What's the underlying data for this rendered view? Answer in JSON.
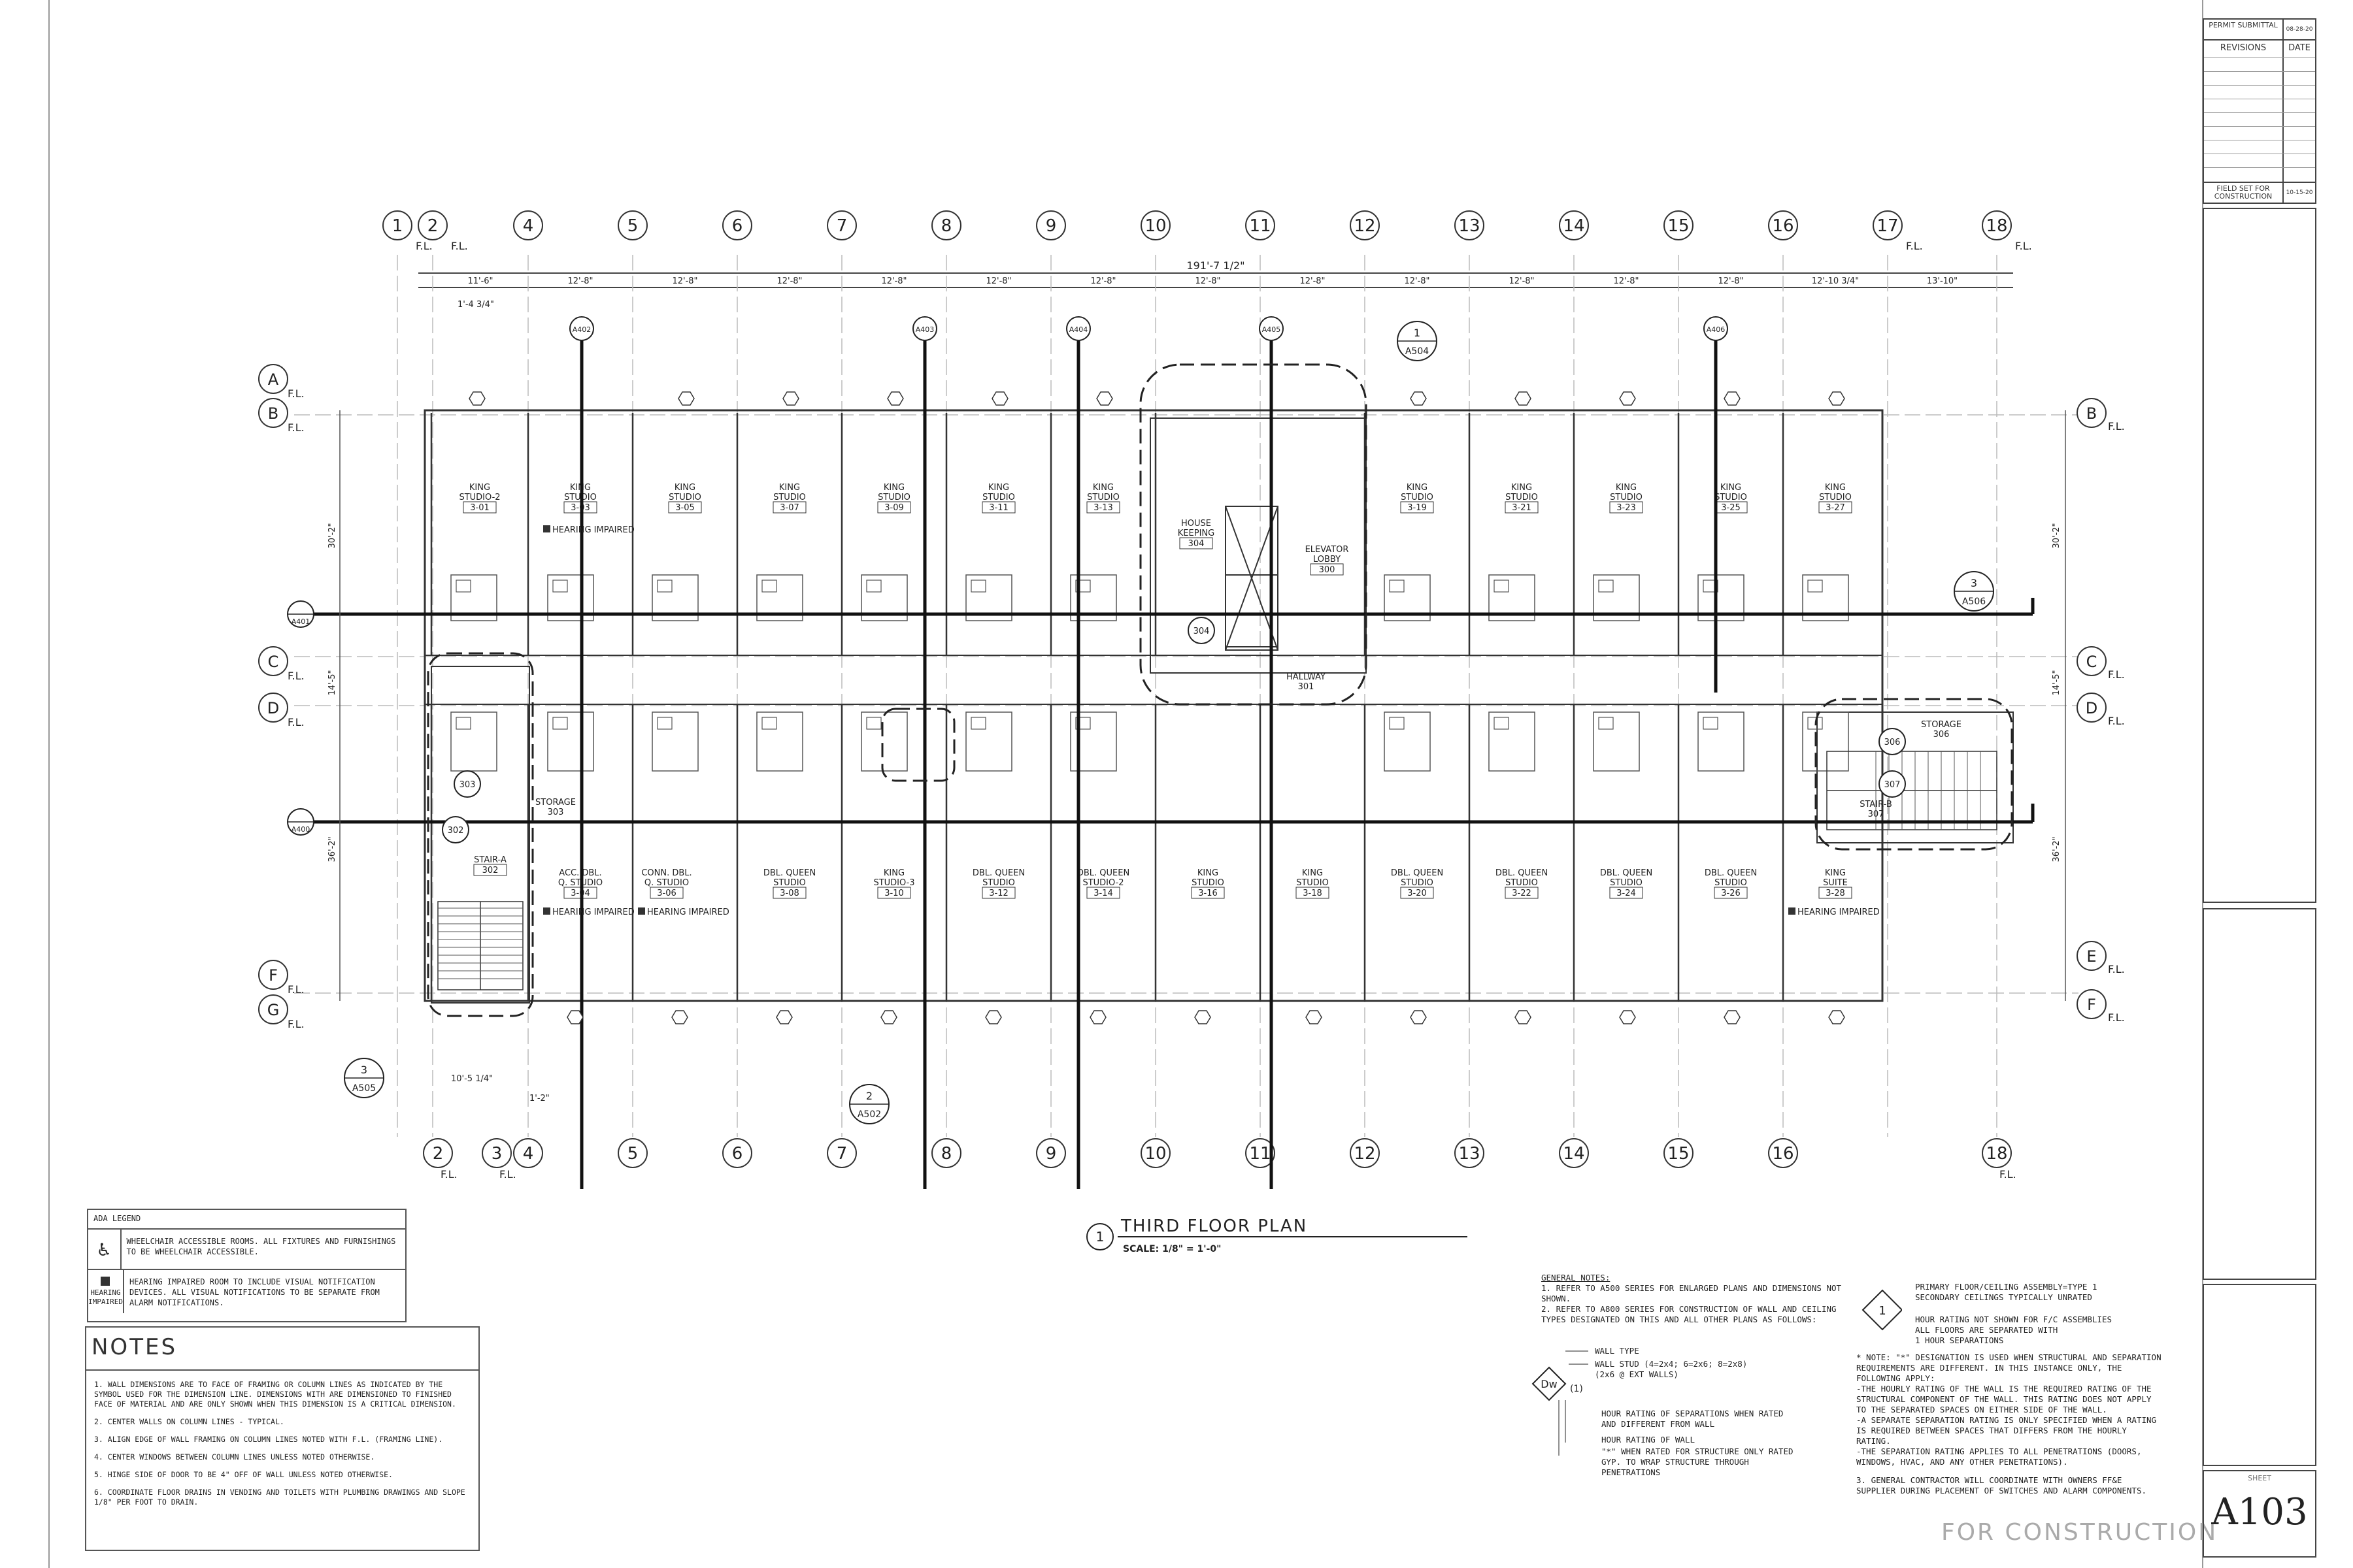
{
  "sheet": {
    "title_block": {
      "permit_submittal": "PERMIT SUBMITTAL",
      "permit_date": "08-28-20",
      "revisions_header": "REVISIONS",
      "date_header": "DATE",
      "field_set": "FIELD SET FOR CONSTRUCTION",
      "field_set_date": "10-15-20",
      "sheet_label": "SHEET",
      "sheet_number": "A103"
    },
    "stamp": "FOR CONSTRUCTION"
  },
  "plan": {
    "title": "THIRD FLOOR PLAN",
    "title_number": "1",
    "scale": "SCALE: 1/8\" = 1'-0\"",
    "overall_dimension": "191'-7 1/2\"",
    "grid_top": [
      "1",
      "2",
      "4",
      "5",
      "6",
      "7",
      "8",
      "9",
      "10",
      "11",
      "12",
      "13",
      "14",
      "15",
      "16",
      "17",
      "18"
    ],
    "grid_bottom": [
      "2",
      "3",
      "4",
      "5",
      "6",
      "7",
      "8",
      "9",
      "10",
      "11",
      "12",
      "13",
      "14",
      "15",
      "16",
      "18"
    ],
    "grid_fl": "F.L.",
    "grid_rows_left": [
      "A",
      "B",
      "C",
      "D",
      "F",
      "G"
    ],
    "grid_rows_right": [
      "B",
      "C",
      "D",
      "E",
      "F"
    ],
    "bay_dims": [
      "11'-6\"",
      "12'-8\"",
      "12'-8\"",
      "12'-8\"",
      "12'-8\"",
      "12'-8\"",
      "12'-8\"",
      "12'-8\"",
      "12'-8\"",
      "12'-8\"",
      "12'-8\"",
      "12'-8\"",
      "12'-8\"",
      "12'-10 3/4\"",
      "13'-10\""
    ],
    "small_dims": [
      "1'-4 3/4\"",
      "10'-5 1/4\"",
      "1'-2\""
    ],
    "vertical_dims": [
      "30'-2\"",
      "14'-5\"",
      "36'-2\""
    ],
    "rooms_north": [
      {
        "name": "KING STUDIO-2",
        "num": "3-01"
      },
      {
        "name": "KING STUDIO",
        "num": "3-03"
      },
      {
        "name": "KING STUDIO",
        "num": "3-05"
      },
      {
        "name": "KING STUDIO",
        "num": "3-07"
      },
      {
        "name": "KING STUDIO",
        "num": "3-09"
      },
      {
        "name": "KING STUDIO",
        "num": "3-11"
      },
      {
        "name": "KING STUDIO",
        "num": "3-13"
      },
      {
        "name": "HOUSE KEEPING",
        "num": "304"
      },
      {
        "name": "ELEVATOR LOBBY",
        "num": "300"
      },
      {
        "name": "KING STUDIO",
        "num": "3-19"
      },
      {
        "name": "KING STUDIO",
        "num": "3-21"
      },
      {
        "name": "KING STUDIO",
        "num": "3-23"
      },
      {
        "name": "KING STUDIO",
        "num": "3-25"
      },
      {
        "name": "KING STUDIO",
        "num": "3-27"
      }
    ],
    "rooms_south": [
      {
        "name": "STAIR-A",
        "num": "302"
      },
      {
        "name": "ACC. DBL. Q. STUDIO",
        "num": "3-04"
      },
      {
        "name": "CONN. DBL. Q. STUDIO",
        "num": "3-06"
      },
      {
        "name": "DBL. QUEEN STUDIO",
        "num": "3-08"
      },
      {
        "name": "KING STUDIO-3",
        "num": "3-10"
      },
      {
        "name": "DBL. QUEEN STUDIO",
        "num": "3-12"
      },
      {
        "name": "DBL. QUEEN STUDIO-2",
        "num": "3-14"
      },
      {
        "name": "KING STUDIO",
        "num": "3-16"
      },
      {
        "name": "KING STUDIO",
        "num": "3-18"
      },
      {
        "name": "DBL. QUEEN STUDIO",
        "num": "3-20"
      },
      {
        "name": "DBL. QUEEN STUDIO",
        "num": "3-22"
      },
      {
        "name": "DBL. QUEEN STUDIO",
        "num": "3-24"
      },
      {
        "name": "DBL. QUEEN STUDIO",
        "num": "3-26"
      },
      {
        "name": "KING SUITE",
        "num": "3-28"
      }
    ],
    "other_rooms": [
      {
        "name": "HALLWAY",
        "num": "301"
      },
      {
        "name": "STORAGE",
        "num": "306"
      },
      {
        "name": "STAIR-B",
        "num": "307"
      },
      {
        "name": "STORAGE",
        "num": "303"
      }
    ],
    "hearing_impaired": "HEARING IMPAIRED",
    "section_callouts": [
      "A401",
      "A400"
    ],
    "detail_callouts": [
      {
        "num": "1",
        "sheet": "A504"
      },
      {
        "num": "3",
        "sheet": "A506"
      },
      {
        "num": "3",
        "sheet": "A505"
      },
      {
        "num": "2",
        "sheet": "A502"
      }
    ],
    "interior_elev_tags": [
      "A402",
      "A403",
      "A404",
      "A405",
      "A406"
    ],
    "room_tags": [
      "303",
      "302",
      "304",
      "306",
      "307"
    ]
  },
  "ada_legend": {
    "title": "ADA LEGEND",
    "rows": [
      {
        "icon_label": "",
        "text": "WHEELCHAIR ACCESSIBLE ROOMS. ALL FIXTURES AND FURNISHINGS TO BE WHEELCHAIR ACCESSIBLE."
      },
      {
        "icon_label": "HEARING IMPAIRED",
        "text": "HEARING IMPAIRED ROOM TO INCLUDE VISUAL NOTIFICATION DEVICES. ALL VISUAL NOTIFICATIONS TO BE SEPARATE FROM ALARM NOTIFICATIONS."
      }
    ]
  },
  "notes": {
    "title": "NOTES",
    "items": [
      "1. WALL DIMENSIONS ARE TO FACE OF FRAMING OR COLUMN LINES AS INDICATED BY THE SYMBOL USED FOR THE DIMENSION LINE. DIMENSIONS WITH ARE DIMENSIONED TO FINISHED FACE OF MATERIAL AND ARE ONLY SHOWN WHEN THIS DIMENSION IS A CRITICAL DIMENSION.",
      "2. CENTER WALLS ON COLUMN LINES - TYPICAL.",
      "3. ALIGN EDGE OF WALL FRAMING ON COLUMN LINES NOTED WITH F.L. (FRAMING LINE).",
      "4. CENTER WINDOWS BETWEEN COLUMN LINES UNLESS NOTED OTHERWISE.",
      "5. HINGE SIDE OF DOOR TO BE 4\" OFF OF WALL UNLESS NOTED OTHERWISE.",
      "6. COORDINATE FLOOR DRAINS IN VENDING AND TOILETS WITH PLUMBING DRAWINGS AND SLOPE 1/8\" PER FOOT TO DRAIN."
    ]
  },
  "general_notes": {
    "title": "GENERAL NOTES:",
    "items": [
      "1. REFER TO A500 SERIES FOR ENLARGED PLANS AND DIMENSIONS NOT SHOWN.",
      "2. REFER TO A800 SERIES FOR CONSTRUCTION OF WALL AND CEILING TYPES DESIGNATED ON THIS AND ALL OTHER PLANS AS FOLLOWS:"
    ],
    "wall_key": [
      "WALL TYPE",
      "WALL STUD (4=2x4; 6=2x6; 8=2x8) (2x6 @ EXT WALLS)",
      "HOUR RATING OF SEPARATIONS WHEN RATED AND DIFFERENT FROM WALL",
      "HOUR RATING OF WALL",
      "\"*\" WHEN RATED FOR STRUCTURE ONLY RATED GYP. TO WRAP STRUCTURE THROUGH PENETRATIONS"
    ],
    "floor_key": [
      "PRIMARY FLOOR/CEILING ASSEMBLY=TYPE 1",
      "SECONDARY CEILINGS TYPICALLY UNRATED",
      "HOUR RATING NOT SHOWN FOR F/C ASSEMBLIES",
      "ALL FLOORS ARE SEPARATED WITH",
      "1 HOUR SEPARATIONS"
    ],
    "right_items": [
      "* NOTE: \"*\" DESIGNATION IS USED WHEN STRUCTURAL AND SEPARATION REQUIREMENTS ARE DIFFERENT. IN THIS INSTANCE ONLY, THE FOLLOWING APPLY:",
      "-THE HOURLY RATING OF THE WALL IS THE REQUIRED RATING OF THE STRUCTURAL COMPONENT OF THE WALL. THIS RATING DOES NOT APPLY TO THE SEPARATED SPACES ON EITHER SIDE OF THE WALL.",
      "-A SEPARATE SEPARATION RATING IS ONLY SPECIFIED WHEN A RATING IS REQUIRED BETWEEN SPACES THAT DIFFERS FROM THE HOURLY RATING.",
      "-THE SEPARATION RATING APPLIES TO ALL PENETRATIONS (DOORS, WINDOWS, HVAC, AND ANY OTHER PENETRATIONS).",
      "3. GENERAL CONTRACTOR WILL COORDINATE WITH OWNERS FF&E SUPPLIER DURING PLACEMENT OF SWITCHES AND ALARM COMPONENTS."
    ]
  }
}
